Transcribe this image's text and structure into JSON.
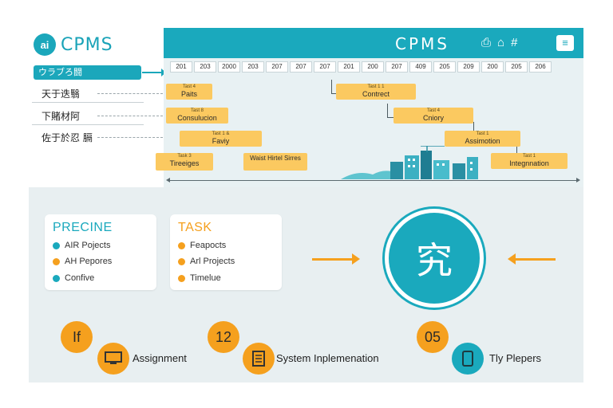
{
  "app": {
    "logo_badge": "ai",
    "logo_text": "CPMS",
    "title": "CPMS"
  },
  "menu": {
    "active": "ウラブろ闘",
    "items": [
      "天于迭翳",
      "下賭材阿",
      "佐于於忍 膈"
    ]
  },
  "header": {
    "icons": [
      "doc-icon",
      "share-icon",
      "grid-icon"
    ],
    "icon_glyphs": [
      "⎙",
      "⌂",
      "#"
    ],
    "menu_button": "≡"
  },
  "timeline": [
    "201",
    "203",
    "2000",
    "203",
    "207",
    "207",
    "207",
    "201",
    "200",
    "207",
    "409",
    "205",
    "209",
    "200",
    "205",
    "206"
  ],
  "tasks": [
    {
      "sub": "Tast 4",
      "label": "Paits"
    },
    {
      "sub": "Tast 8",
      "label": "Consulucion"
    },
    {
      "sub": "Tast 1 &",
      "label": "Faviy"
    },
    {
      "sub": "Task 3",
      "label": "Tireeiges"
    },
    {
      "sub": "",
      "label": "Waist Hirtel Sirres"
    },
    {
      "sub": "Tast 1 1",
      "label": "Contrect"
    },
    {
      "sub": "Tast 4",
      "label": "Cniory"
    },
    {
      "sub": "Tast 1",
      "label": "Assimotion"
    },
    {
      "sub": "Tast 1",
      "label": "Integnnation"
    }
  ],
  "cards": [
    {
      "title": "PRECINE",
      "title_color": "#1aa9bd",
      "items": [
        {
          "label": "AIR Pojects",
          "color": "#1aa9bd"
        },
        {
          "label": "AH Pepores",
          "color": "#f5a01e"
        },
        {
          "label": "Confive",
          "color": "#1aa9bd"
        }
      ]
    },
    {
      "title": "TASK",
      "title_color": "#f5a01e",
      "items": [
        {
          "label": "Feapocts",
          "color": "#f5a01e"
        },
        {
          "label": "Arl Projects",
          "color": "#f5a01e"
        },
        {
          "label": "Timelue",
          "color": "#f5a01e"
        }
      ]
    }
  ],
  "center_glyph": "究",
  "stats": [
    {
      "value": "If",
      "label": "Assignment",
      "icon": "monitor-icon"
    },
    {
      "value": "12",
      "label": "System Inplemenation",
      "icon": "server-icon"
    },
    {
      "value": "05",
      "label": "Tly Plepers",
      "icon": "tablet-icon"
    }
  ],
  "colors": {
    "teal": "#1aa9bd",
    "orange": "#f5a01e",
    "task": "#fbc960"
  }
}
